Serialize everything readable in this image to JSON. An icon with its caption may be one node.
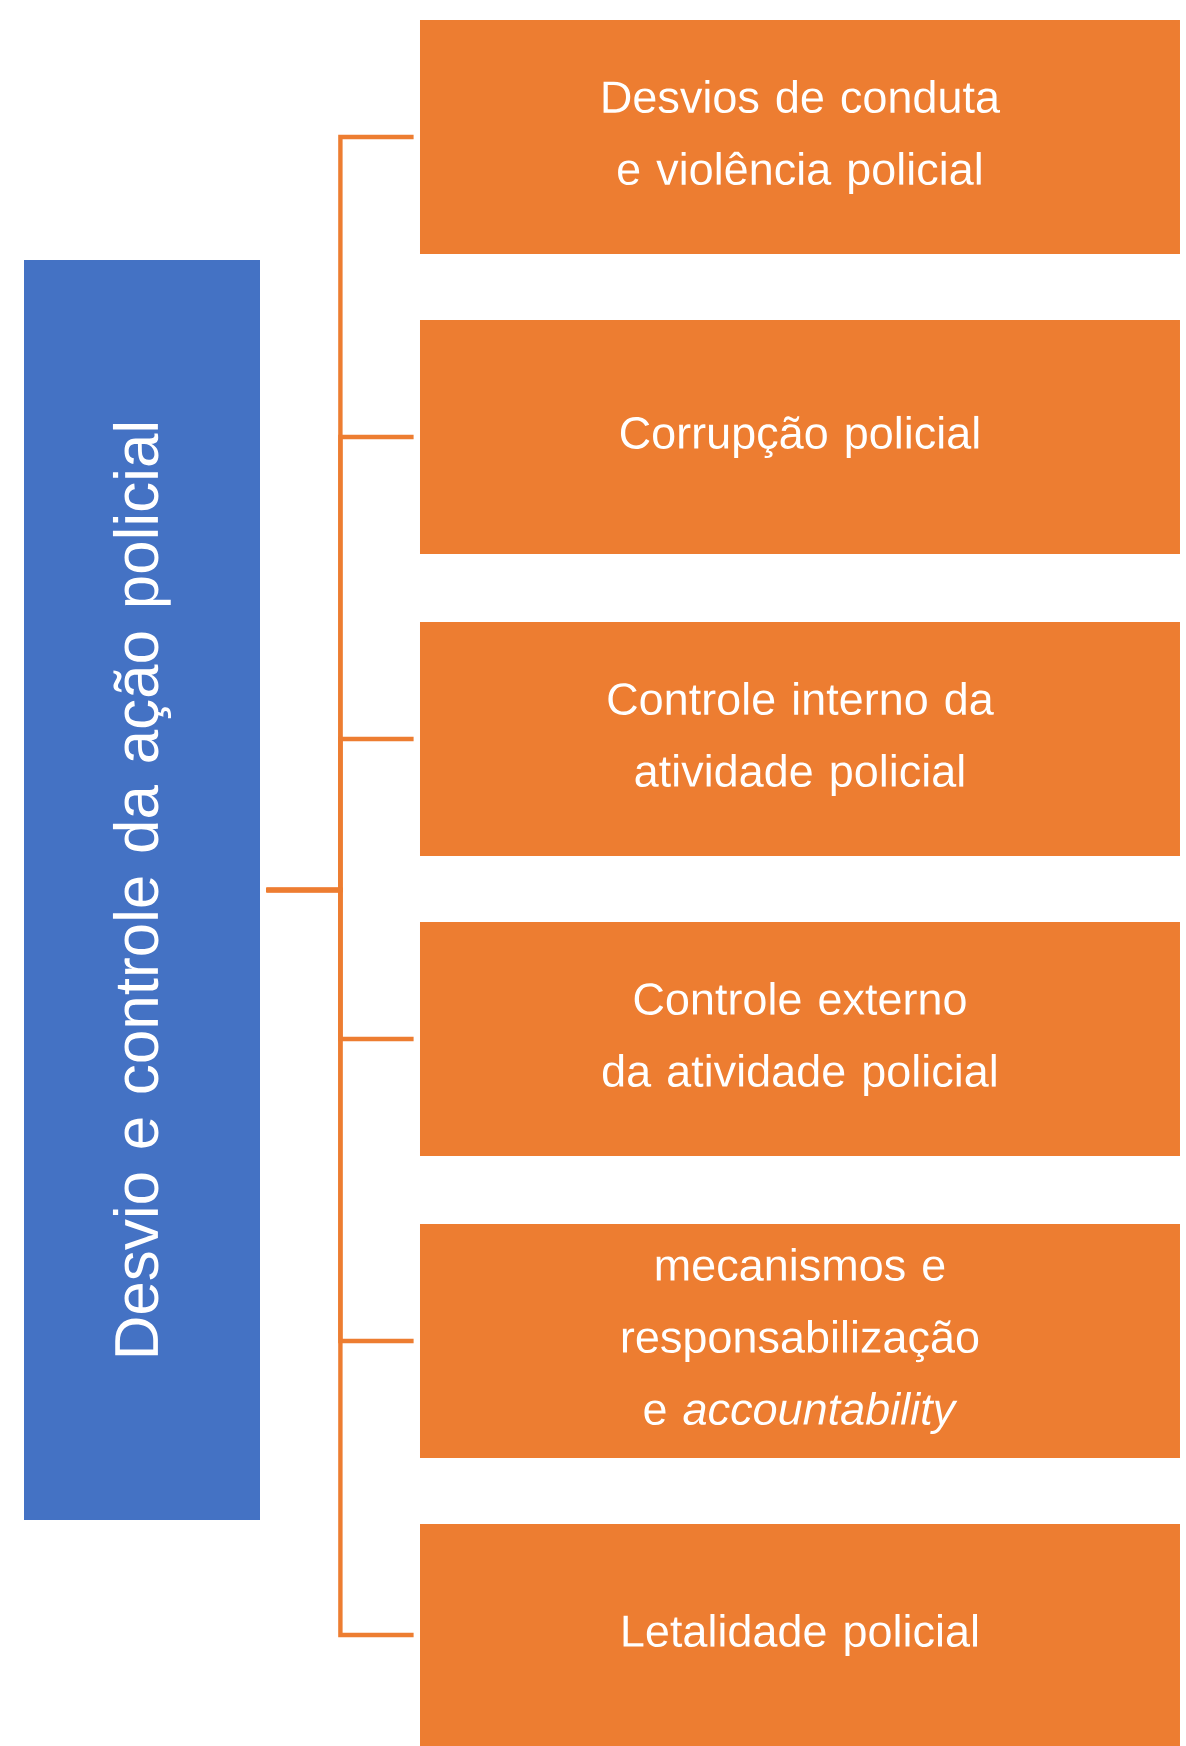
{
  "diagram": {
    "nodes": [
      {
        "text": [
          "Desvio e controle da ação policial"
        ]
      },
      {
        "text": [
          "Desvios de conduta e violência policial"
        ]
      },
      {
        "text": [
          "Corrupção policial"
        ]
      },
      {
        "text": [
          "Controle interno da atividade policial"
        ]
      },
      {
        "text": [
          "Controle externo da atividade policial"
        ]
      },
      {
        "text": [
          "mecanismos e responsabilização e *accountability*"
        ]
      },
      {
        "text": [
          "Letalidade policial"
        ]
      }
    ],
    "edges": [
      {
        "from": 0,
        "to": 1,
        "arrow": "none"
      },
      {
        "from": 0,
        "to": 2,
        "arrow": "none"
      },
      {
        "from": 0,
        "to": 3,
        "arrow": "none"
      },
      {
        "from": 0,
        "to": 4,
        "arrow": "none"
      },
      {
        "from": 0,
        "to": 5,
        "arrow": "none"
      },
      {
        "from": 0,
        "to": 6,
        "arrow": "none"
      }
    ]
  }
}
